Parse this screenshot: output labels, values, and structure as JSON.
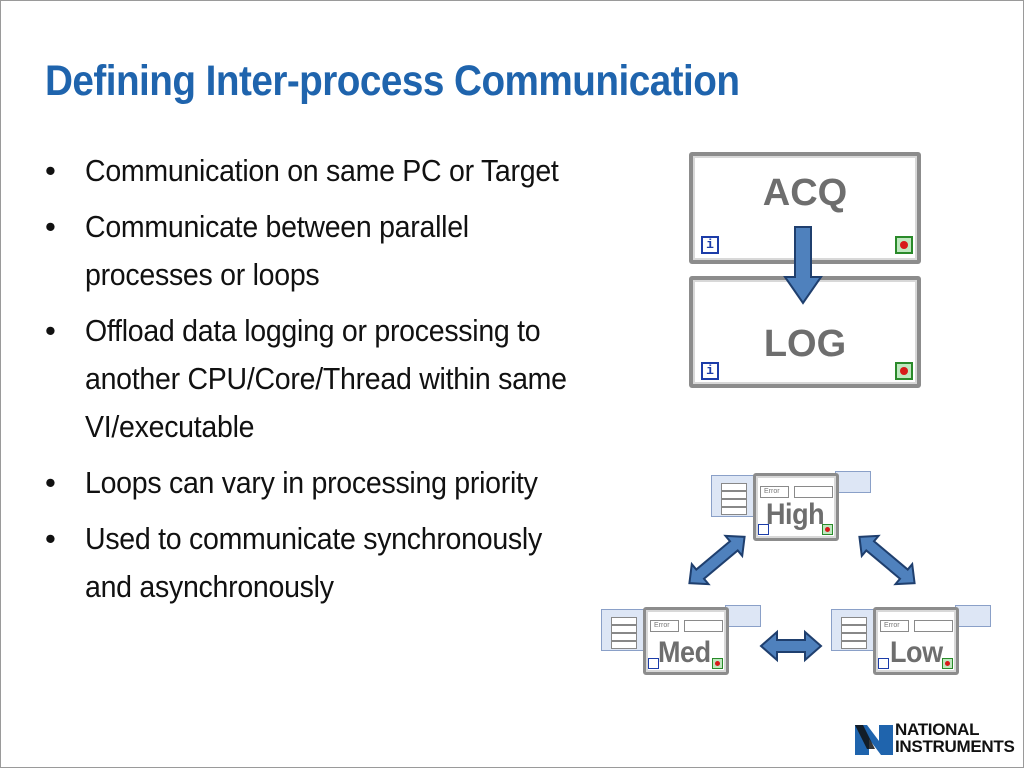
{
  "slide": {
    "title": "Defining Inter-process Communication",
    "bullet_char": "•",
    "bullets": [
      {
        "lines": [
          "Communication on same PC or Target"
        ]
      },
      {
        "lines": [
          "Communicate between parallel",
          "processes or loops"
        ]
      },
      {
        "lines": [
          "Offload data logging or processing to",
          "another CPU/Core/Thread within same",
          "VI/executable"
        ]
      },
      {
        "lines": [
          "Loops can vary in processing priority"
        ]
      },
      {
        "lines": [
          "Used to communicate synchronously",
          "and asynchronously"
        ]
      }
    ]
  },
  "diagram_top": {
    "loops": [
      {
        "label": "ACQ",
        "iteration_glyph": "i"
      },
      {
        "label": "LOG",
        "iteration_glyph": "i"
      }
    ]
  },
  "diagram_bottom": {
    "loops": [
      {
        "label": "High",
        "error_label": "Error"
      },
      {
        "label": "Med",
        "error_label": "Error"
      },
      {
        "label": "Low",
        "error_label": "Error"
      }
    ]
  },
  "logo": {
    "line1": "NATIONAL",
    "line2": "INSTRUMENTS"
  },
  "colors": {
    "title": "#1f64ad",
    "arrow_fill": "#4f81bd",
    "arrow_stroke": "#1f3f6e",
    "loop_border": "#8c8c8c"
  }
}
